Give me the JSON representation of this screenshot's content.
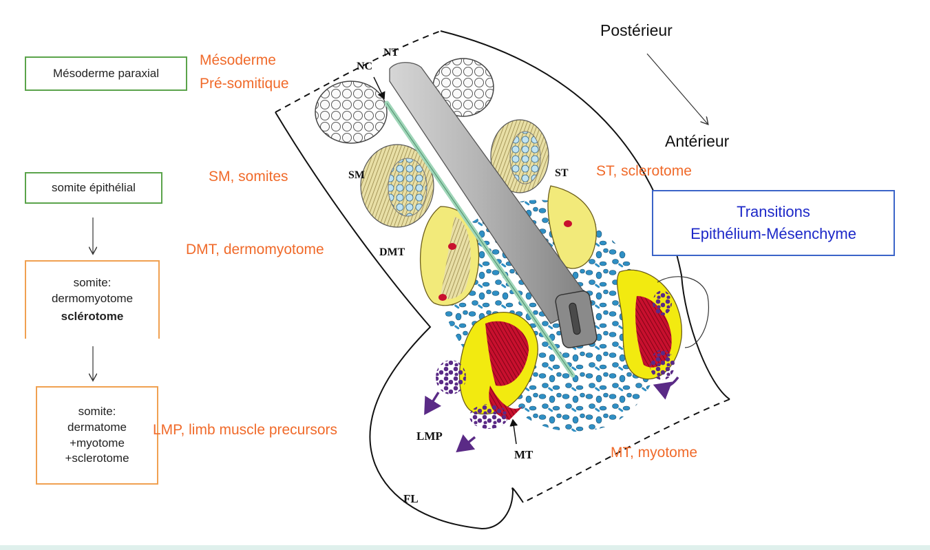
{
  "stages": {
    "paraxial": "Mésoderme paraxial",
    "epithelial": "somite épithélial",
    "somite1": [
      "somite:",
      "dermomyotome",
      "sclérotome"
    ],
    "somite2": [
      "somite:",
      "dermatome",
      "+myotome",
      "+sclerotome"
    ]
  },
  "annotations": {
    "psm_line1": "Mésoderme",
    "psm_line2": "Pré-somitique",
    "sm": "SM, somites",
    "dmt": "DMT, dermomyotome",
    "lmp": "LMP, limb muscle precursors",
    "st": "ST, sclerotome",
    "mt": "MT, myotome"
  },
  "axis": {
    "posterior": "Postérieur",
    "anterior": "Antérieur"
  },
  "transitions": [
    "Transitions",
    "Epithélium-Mésenchyme"
  ],
  "diagram_labels": {
    "nt": "NT",
    "nc": "NC",
    "sm": "SM",
    "dmt": "DMT",
    "st": "ST",
    "lmp": "LMP",
    "mt": "MT",
    "fl": "FL"
  },
  "colors": {
    "annotation": "#f06a2a",
    "transitions": "#1d28c8",
    "box_green": "#5aa34a",
    "box_orange": "#f0a050",
    "box_blue": "#3a63c8",
    "neural_tube": "#a9a9a9",
    "notochord": "#9fd6b8",
    "dermomyotome": "#f2ea7a",
    "myotome": "#c8102e",
    "mesenchyme": "#2f8fc4",
    "limb_precursors": "#5a2a86"
  }
}
